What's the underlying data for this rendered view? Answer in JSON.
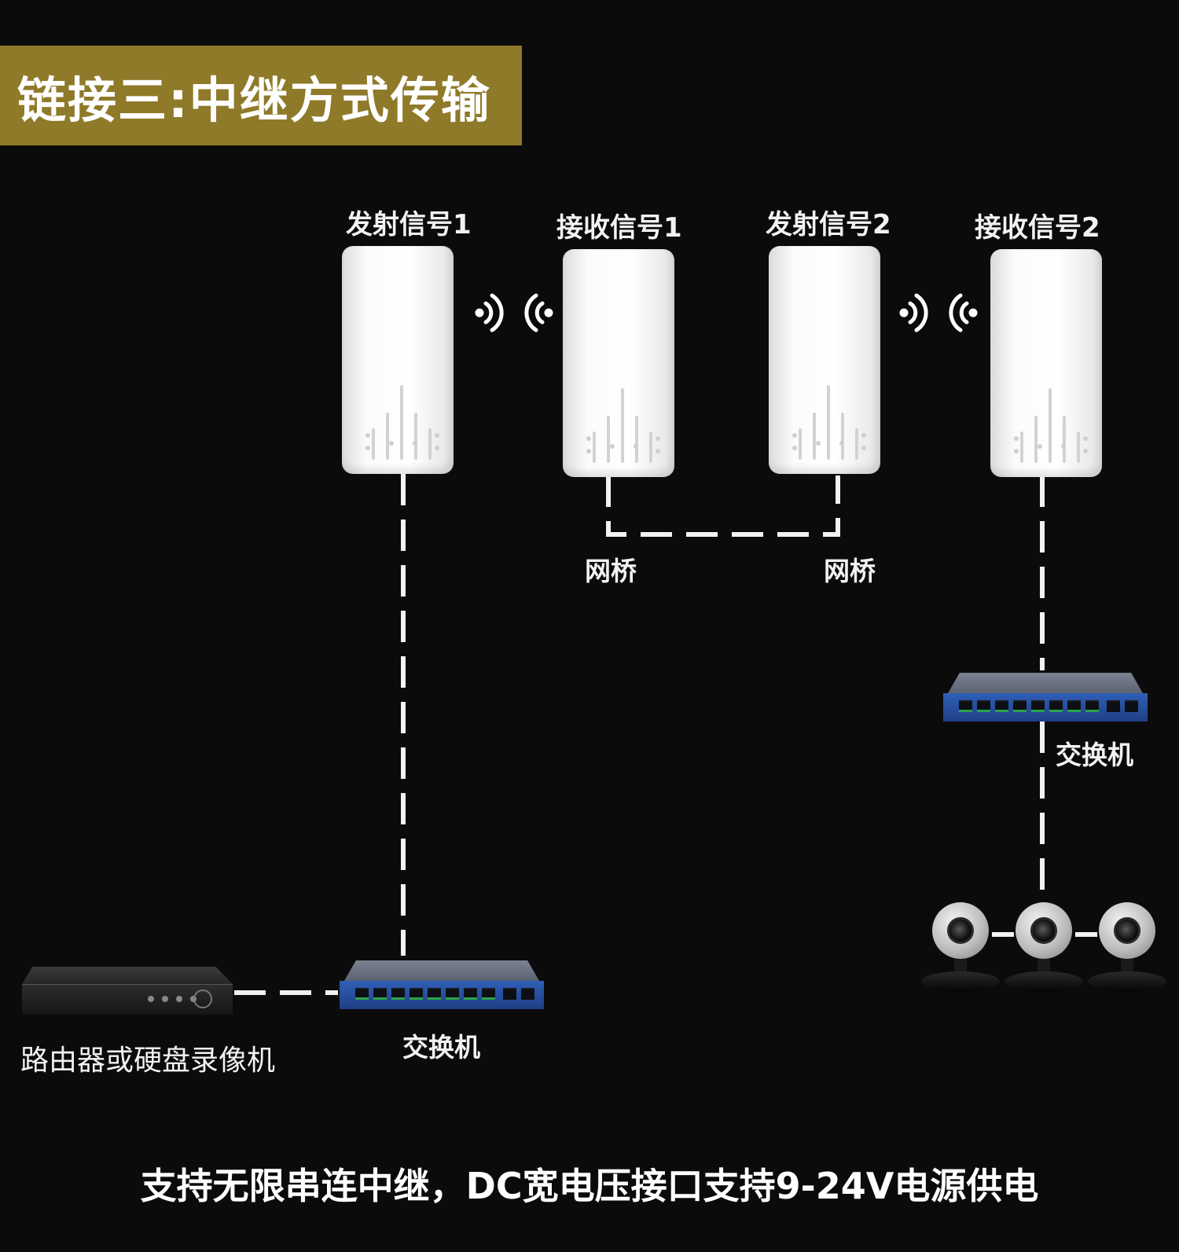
{
  "title": "链接三:中继方式传输",
  "devices": {
    "tx1": "发射信号1",
    "rx1": "接收信号1",
    "tx2": "发射信号2",
    "rx2": "接收信号2"
  },
  "bridges": {
    "left": "网桥",
    "right": "网桥"
  },
  "switches": {
    "left": "交换机",
    "right": "交换机"
  },
  "router_label": "路由器或硬盘录像机",
  "footer": "支持无限串连中继，DC宽电压接口支持9-24V电源供电",
  "colors": {
    "background": "#0b0b0b",
    "title_banner": "#8f7a2a",
    "switch_front": "#2f5fb7"
  }
}
